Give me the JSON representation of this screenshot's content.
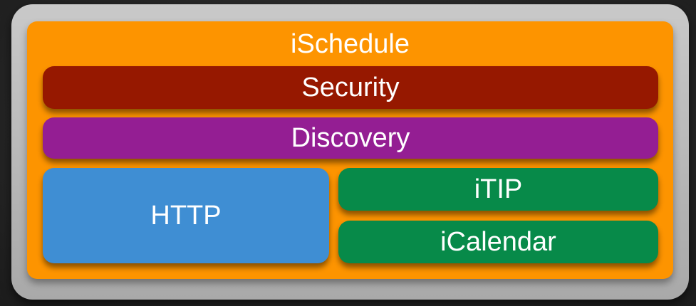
{
  "diagram": {
    "title": "iSchedule",
    "layers": {
      "security": "Security",
      "discovery": "Discovery",
      "http": "HTTP",
      "itip": "iTIP",
      "icalendar": "iCalendar"
    }
  },
  "colors": {
    "ischedule": "#fd9400",
    "security": "#961800",
    "discovery": "#941e93",
    "http": "#3f8ed3",
    "itip": "#078a49",
    "icalendar": "#078a49",
    "frame": "#b9b9b9",
    "background": "#2b2b2b"
  }
}
